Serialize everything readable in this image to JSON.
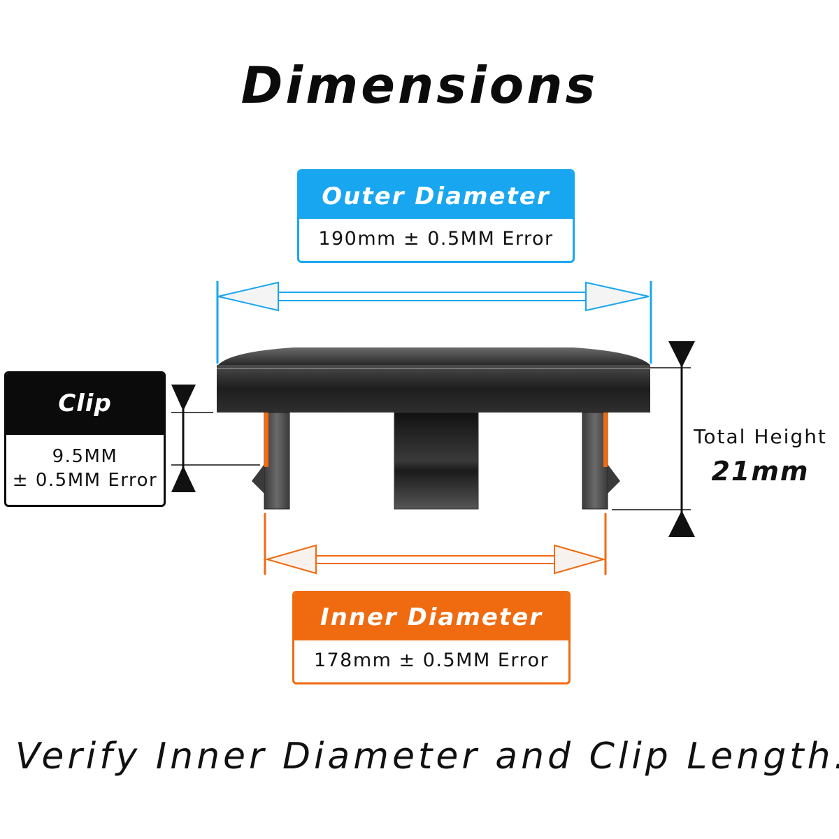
{
  "title": "Dimensions",
  "outer_diameter": {
    "label": "Outer Diameter",
    "value": "190mm ± 0.5MM Error",
    "color": "#19a6f0"
  },
  "inner_diameter": {
    "label": "Inner Diameter",
    "value": "178mm ± 0.5MM Error",
    "color": "#f06a10"
  },
  "clip_length": {
    "label": "Clip Length",
    "value_line1": "9.5MM",
    "value_line2": "± 0.5MM Error",
    "color": "#0b0b0b"
  },
  "total_height": {
    "label": "Total Height",
    "value": "21mm"
  },
  "footer": "Verify Inner Diameter and Clip Length."
}
